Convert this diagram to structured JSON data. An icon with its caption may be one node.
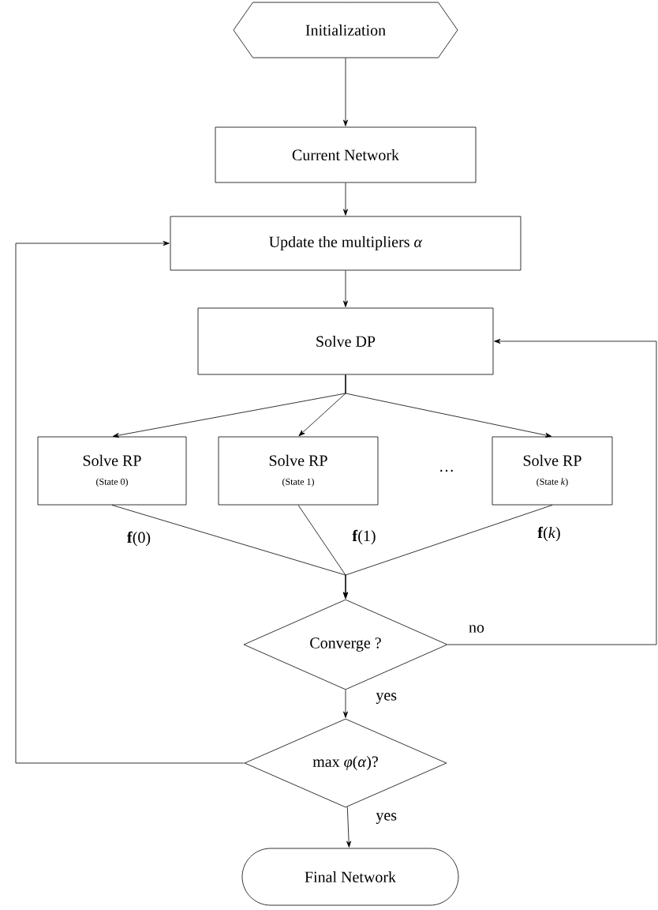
{
  "diagram": {
    "nodes": [
      {
        "text": [
          "Initialization"
        ]
      },
      {
        "text": [
          "Current Network"
        ]
      },
      {
        "text": [
          "Update the multipliers *α*"
        ]
      },
      {
        "text": [
          "Solve DP"
        ]
      },
      {
        "text": [
          "Solve RP",
          "(State 0)"
        ]
      },
      {
        "text": [
          "Solve RP",
          "(State 1)"
        ]
      },
      {
        "text": [
          "Solve RP",
          "(State *k*)"
        ]
      },
      {
        "text": [
          "Converge ?"
        ]
      },
      {
        "text": [
          "max *φ*(*α*)?"
        ]
      },
      {
        "text": [
          "Final Network"
        ]
      }
    ],
    "edges": [
      {
        "from": 0,
        "to": 1,
        "arrow": "to"
      },
      {
        "from": 1,
        "to": 2,
        "arrow": "to"
      },
      {
        "from": 2,
        "to": 3,
        "arrow": "to"
      },
      {
        "from": 3,
        "to": 4,
        "arrow": "to"
      },
      {
        "from": 3,
        "to": 5,
        "arrow": "to"
      },
      {
        "from": 3,
        "to": 6,
        "arrow": "to"
      },
      {
        "from": 4,
        "to": 7,
        "arrow": "to",
        "label": "**f**(0)"
      },
      {
        "from": 5,
        "to": 7,
        "arrow": "to",
        "label": "**f**(1)"
      },
      {
        "from": 6,
        "to": 7,
        "arrow": "to",
        "label": "**f**(*k*)"
      },
      {
        "from": 7,
        "to": 8,
        "arrow": "to",
        "label": "yes"
      },
      {
        "from": 8,
        "to": 9,
        "arrow": "to",
        "label": "yes"
      },
      {
        "from": 7,
        "to": 3,
        "arrow": "to",
        "label": "no"
      },
      {
        "from": 8,
        "to": 2,
        "arrow": "to"
      }
    ],
    "labels": [
      "…"
    ]
  }
}
